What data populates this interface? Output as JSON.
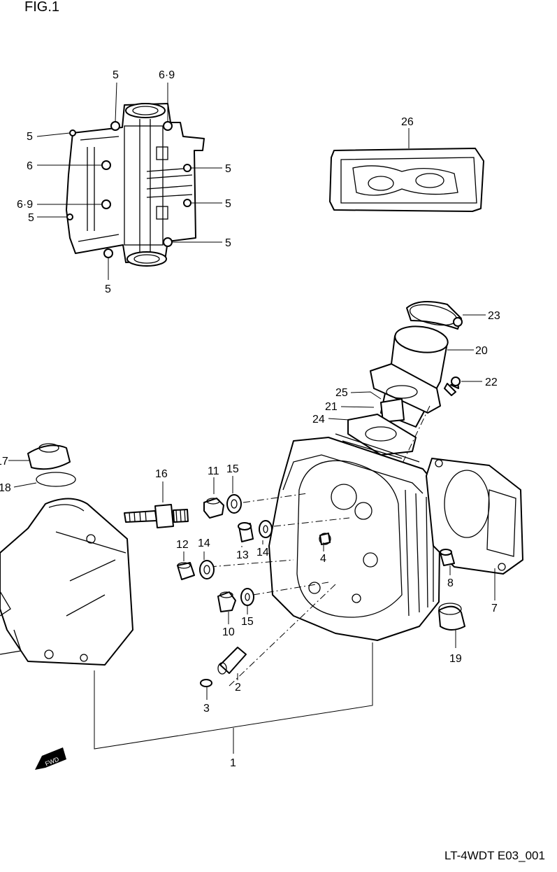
{
  "figure": {
    "title": "FIG.1",
    "code": "LT-4WDT E03_001"
  },
  "fwd_label": "FWD",
  "callouts": [
    "5",
    "6·9",
    "5",
    "6",
    "5",
    "6·9",
    "5",
    "5",
    "5",
    "5",
    "26",
    "23",
    "20",
    "22",
    "25",
    "21",
    "24",
    "17",
    "18",
    "16",
    "11",
    "15",
    "12",
    "14",
    "13",
    "14",
    "4",
    "10",
    "15",
    "8",
    "7",
    "19",
    "2",
    "3",
    "1"
  ]
}
